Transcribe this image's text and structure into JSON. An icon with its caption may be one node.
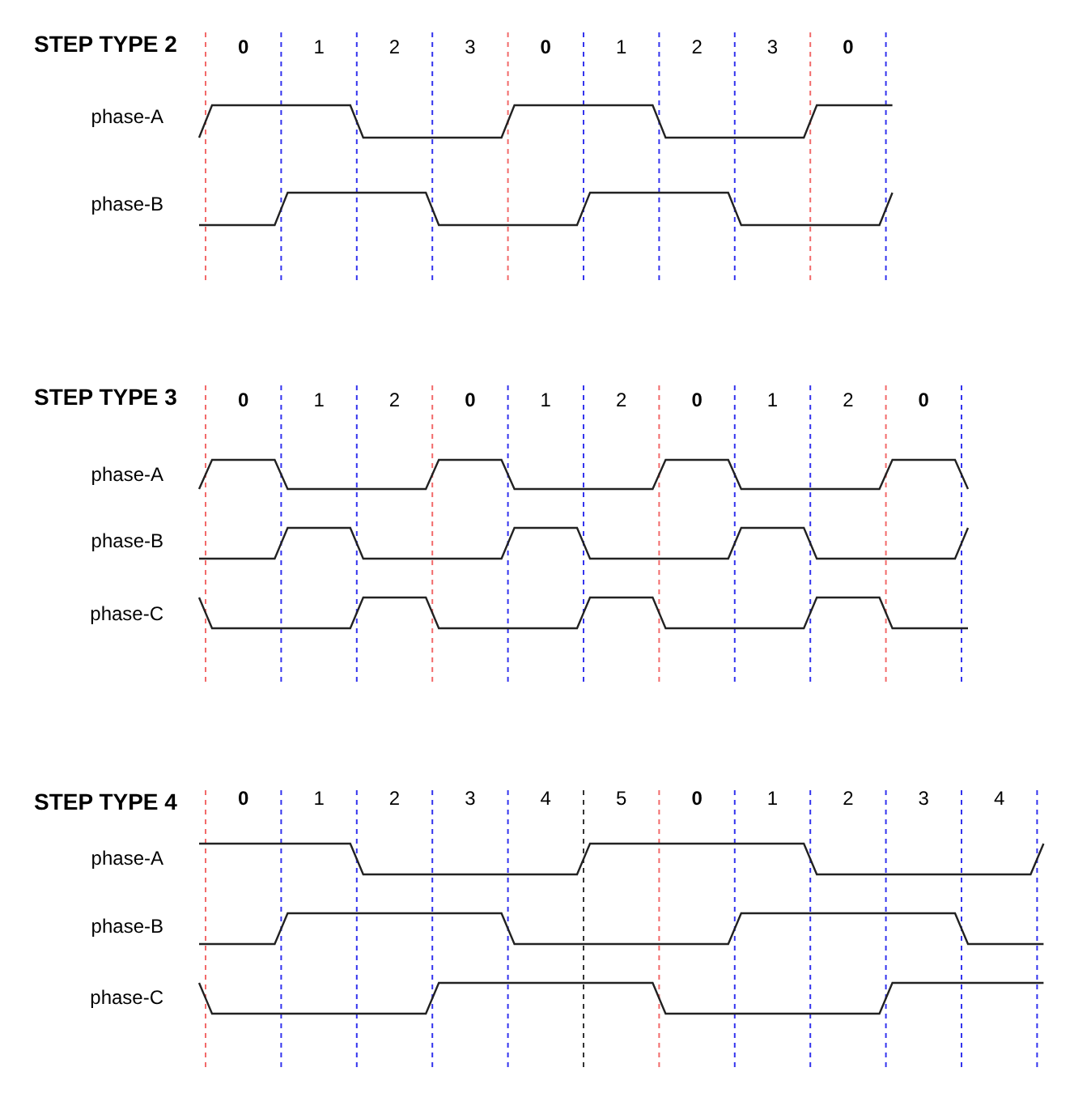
{
  "diagram": {
    "labels": [
      "STEP TYPE 2",
      "0",
      "1",
      "2",
      "3",
      "0",
      "1",
      "2",
      "3",
      "0",
      "phase-A",
      "phase-B",
      "STEP TYPE 3",
      "0",
      "1",
      "2",
      "0",
      "1",
      "2",
      "0",
      "1",
      "2",
      "0",
      "phase-A",
      "phase-B",
      "phase-C",
      "STEP TYPE 4",
      "0",
      "1",
      "2",
      "3",
      "4",
      "5",
      "0",
      "1",
      "2",
      "3",
      "4",
      "phase-A",
      "phase-B",
      "phase-C"
    ]
  }
}
